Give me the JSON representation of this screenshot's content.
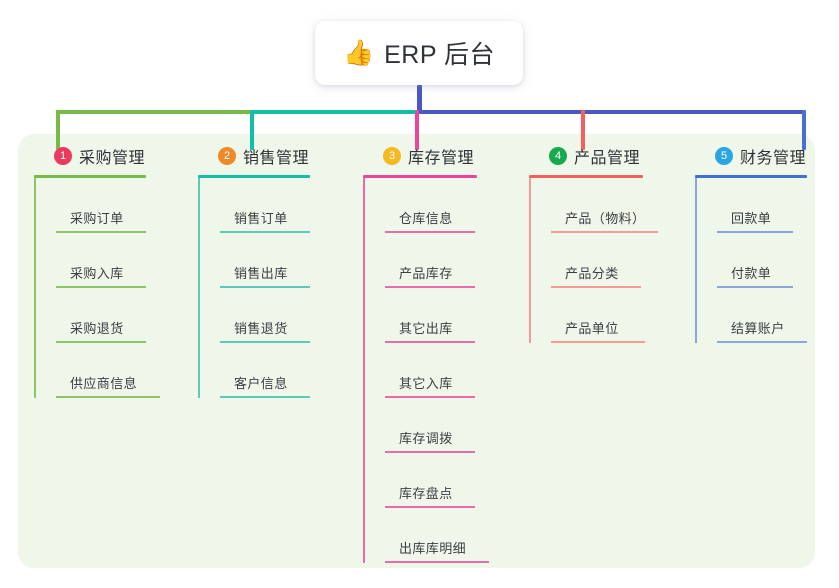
{
  "root": {
    "icon": "thumbs-up-icon",
    "icon_glyph": "👍",
    "title": "ERP 后台"
  },
  "theme": {
    "panel_background": "#eef7e9",
    "page_background": "#ffffff",
    "text_color": "#2f3238",
    "stem_color": "#4b57c4"
  },
  "connectors": {
    "stem_color": "#4b57c4",
    "segments": [
      {
        "name": "segment-green",
        "color": "#76bb45"
      },
      {
        "name": "segment-teal",
        "color": "#11bfa6"
      },
      {
        "name": "segment-blue",
        "color": "#4b57c4"
      }
    ]
  },
  "columns": [
    {
      "number": "1",
      "title": "采购管理",
      "badge_color": "#ec3a5e",
      "rule_color": "#76bb45",
      "drop_color": "#76bb45",
      "leaf_color": "#8cc66a",
      "leaves": [
        "采购订单",
        "采购入库",
        "采购退货",
        "供应商信息"
      ]
    },
    {
      "number": "2",
      "title": "销售管理",
      "badge_color": "#f08a28",
      "rule_color": "#11bfa6",
      "drop_color": "#11bfa6",
      "leaf_color": "#5dc9b8",
      "leaves": [
        "销售订单",
        "销售出库",
        "销售退货",
        "客户信息"
      ]
    },
    {
      "number": "3",
      "title": "库存管理",
      "badge_color": "#f5b921",
      "rule_color": "#e8479b",
      "drop_color": "#e8479b",
      "leaf_color": "#e86bab",
      "leaves": [
        "仓库信息",
        "产品库存",
        "其它出库",
        "其它入库",
        "库存调拨",
        "库存盘点",
        "出库库明细"
      ]
    },
    {
      "number": "4",
      "title": "产品管理",
      "badge_color": "#16a94d",
      "rule_color": "#f4605e",
      "drop_color": "#f4605e",
      "leaf_color": "#f79a94",
      "leaves": [
        "产品（物料）",
        "产品分类",
        "产品单位"
      ]
    },
    {
      "number": "5",
      "title": "财务管理",
      "badge_color": "#29a5e3",
      "rule_color": "#3f6fd0",
      "drop_color": "#4b6fd0",
      "leaf_color": "#8ba6dd",
      "leaves": [
        "回款单",
        "付款单",
        "结算账户"
      ]
    }
  ]
}
